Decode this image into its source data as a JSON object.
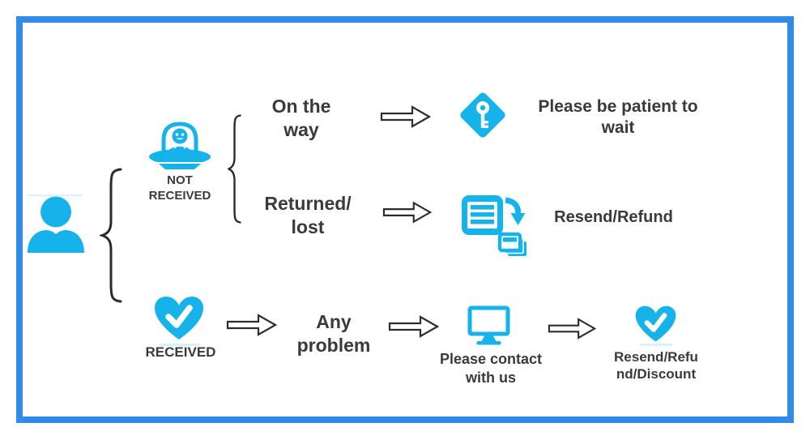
{
  "diagram": {
    "title_hint": "order received / not received support flowchart",
    "colors": {
      "frame": "#338ae6",
      "icon": "#16b2ea",
      "text": "#3a3a3a"
    },
    "person": {
      "icon": "customer-person-icon"
    },
    "branch_not_received": {
      "title": "NOT\nRECEIVED",
      "icon": "ufo-alien-icon",
      "cases": [
        {
          "condition": "On the\nway",
          "result_icon": "key-diamond-icon",
          "result": "Please be patient to\nwait"
        },
        {
          "condition": "Returned/\nlost",
          "result_icon": "resend-documents-icon",
          "result": "Resend/Refund"
        }
      ]
    },
    "branch_received": {
      "title": "RECEIVED",
      "icon": "heart-check-icon",
      "condition": "Any\nproblem",
      "contact_icon": "computer-monitor-icon",
      "contact": "Please contact\nwith us",
      "result_icon": "heart-check-icon",
      "result": "Resend/Refu\nnd/Discount"
    }
  }
}
